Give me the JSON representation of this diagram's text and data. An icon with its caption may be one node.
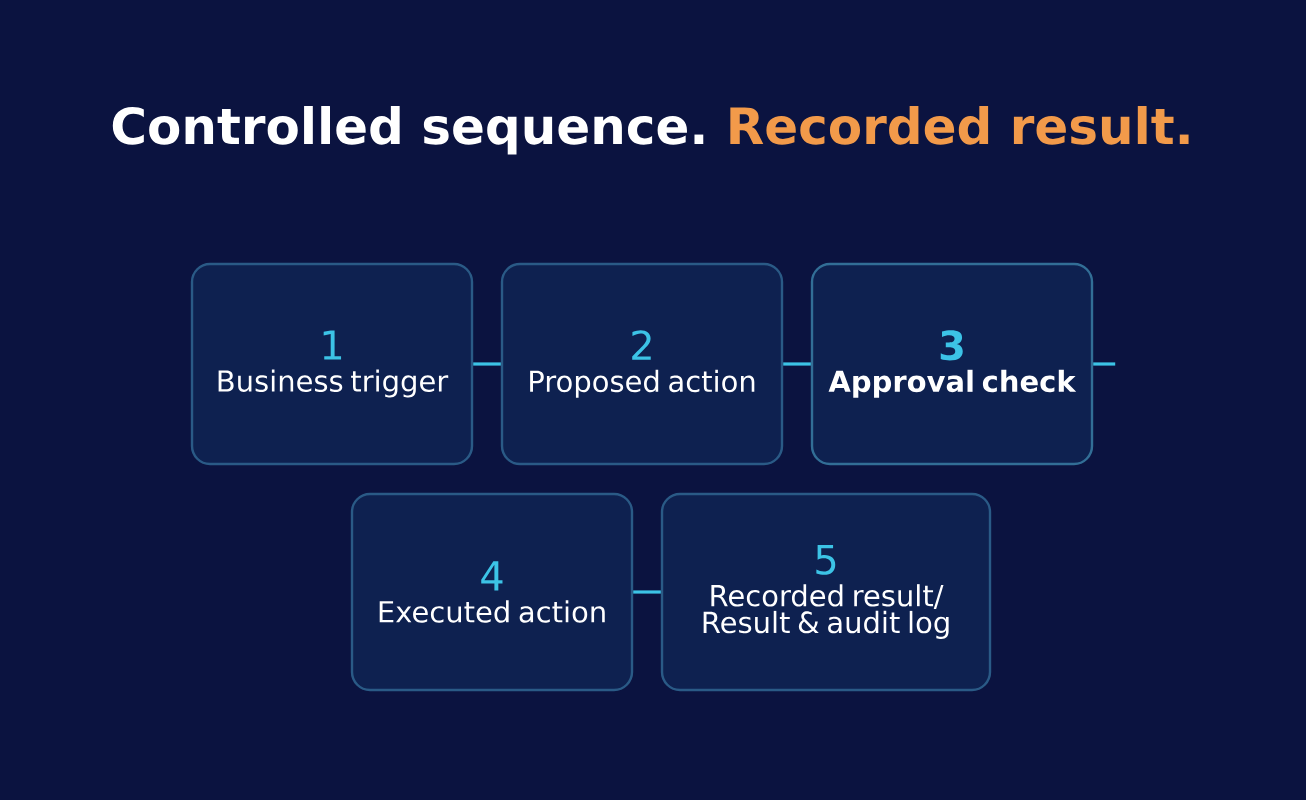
{
  "diagram": {
    "title": "Controlled sequence.",
    "labels": [
      "Recorded result."
    ],
    "nodes": [
      {
        "text": [
          "1",
          "Business trigger"
        ]
      },
      {
        "text": [
          "2",
          "Proposed action"
        ]
      },
      {
        "text": [
          "3",
          "Approval check"
        ]
      },
      {
        "text": [
          "4",
          "Executed action"
        ]
      },
      {
        "text": [
          "5",
          "Recorded result/ Result & audit log"
        ]
      }
    ],
    "edges": [
      {
        "from": 0,
        "to": 1,
        "arrow": "none"
      },
      {
        "from": 1,
        "to": 2,
        "arrow": "none"
      },
      {
        "from": 2,
        "to": null,
        "arrow": "none"
      },
      {
        "from": 3,
        "to": 4,
        "arrow": "none"
      }
    ]
  }
}
